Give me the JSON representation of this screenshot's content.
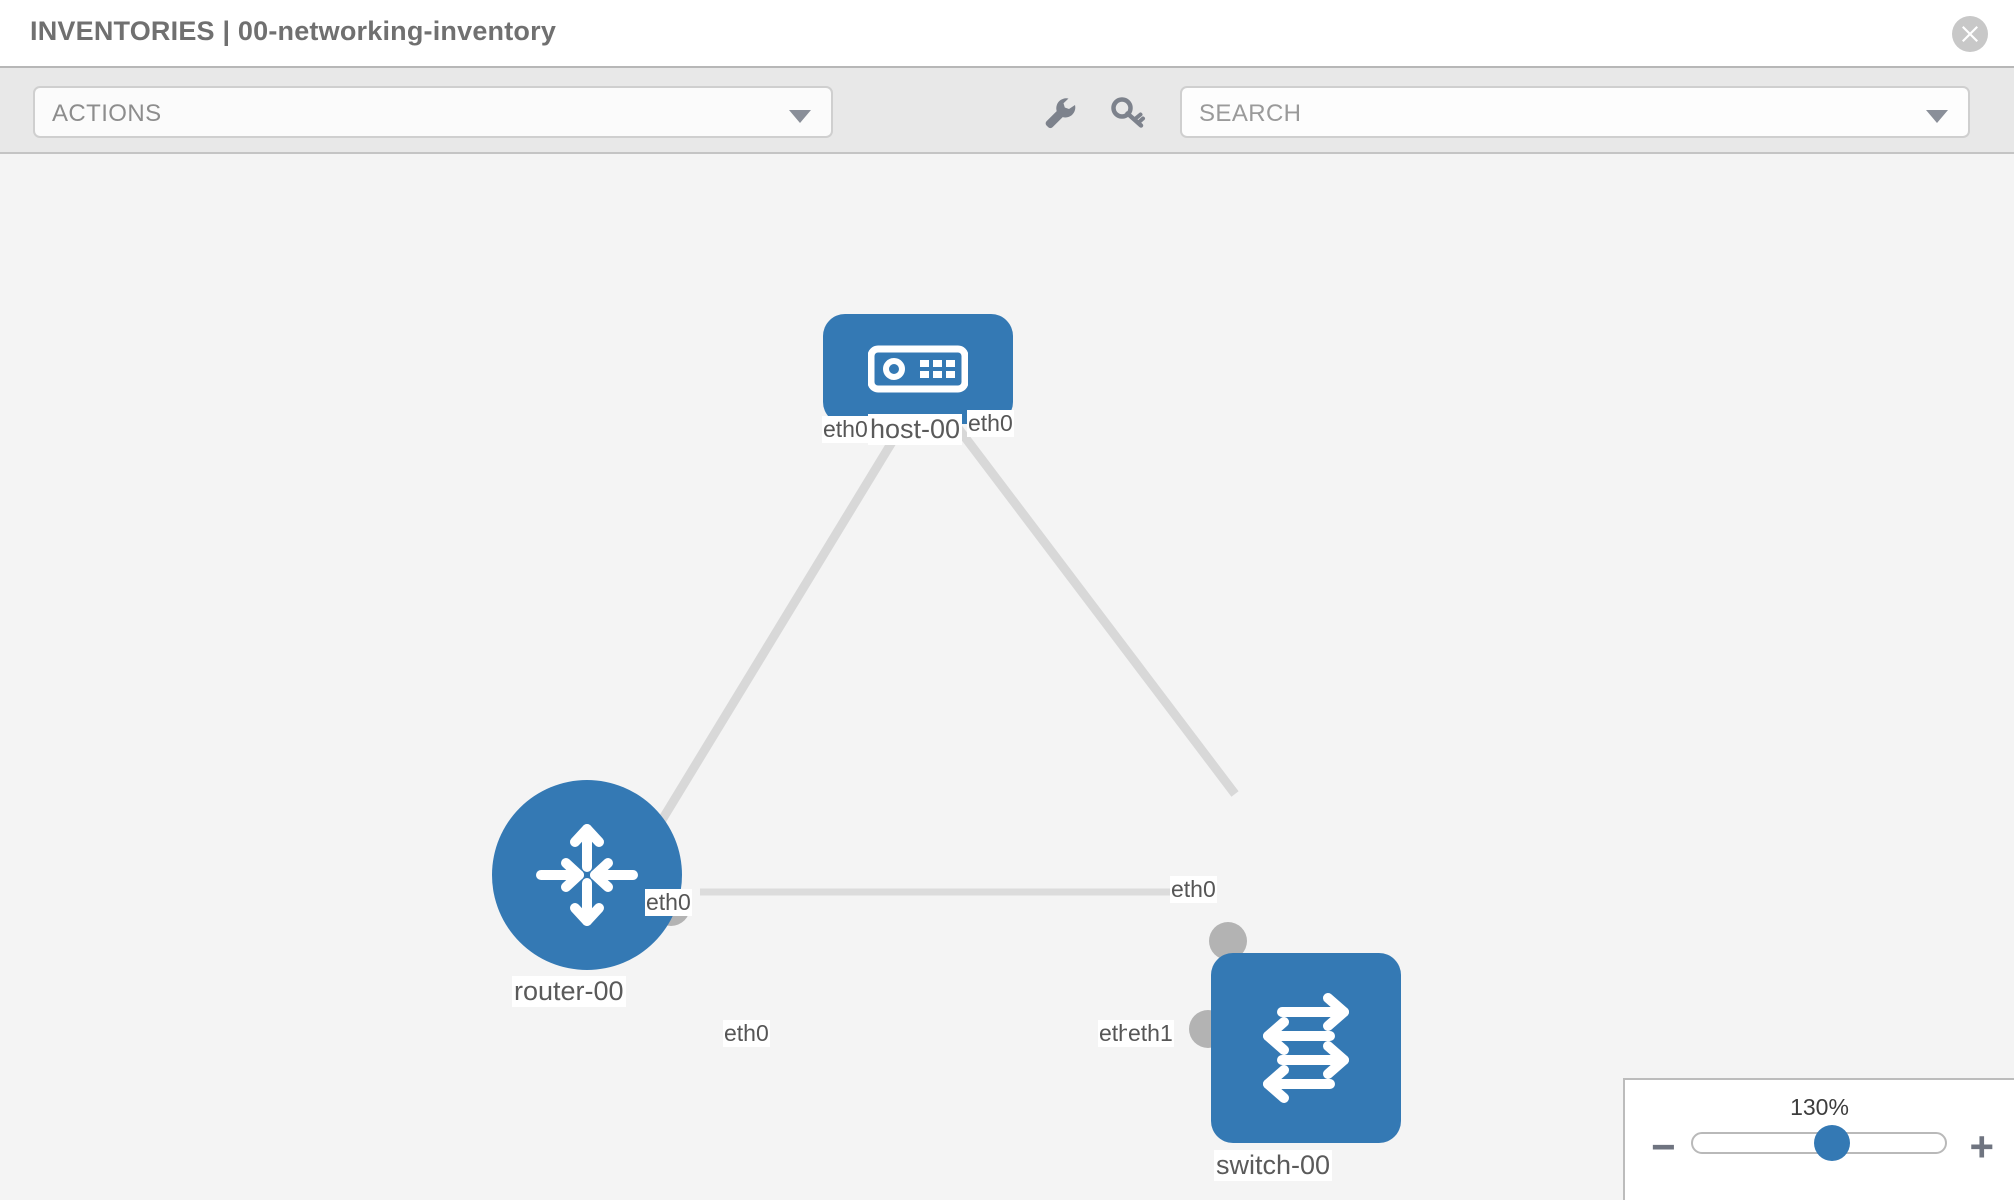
{
  "header": {
    "title": "INVENTORIES | 00-networking-inventory",
    "close_icon": "close-circle-icon"
  },
  "toolbar": {
    "actions_label": "ACTIONS",
    "actions_caret_icon": "chevron-down-icon",
    "wrench_icon": "wrench-icon",
    "key_icon": "key-icon",
    "search_placeholder": "SEARCH",
    "search_caret_icon": "chevron-down-icon"
  },
  "topology": {
    "nodes": [
      {
        "id": "host-00",
        "label": "host-00",
        "type": "host",
        "icon": "server-device-icon",
        "shape": "rounded",
        "color": "#3479b4"
      },
      {
        "id": "router-00",
        "label": "router-00",
        "type": "router",
        "icon": "router-arrows-icon",
        "shape": "circle",
        "color": "#3479b4"
      },
      {
        "id": "switch-00",
        "label": "switch-00",
        "type": "switch",
        "icon": "switch-arrows-icon",
        "shape": "rounded",
        "color": "#3479b4"
      }
    ],
    "links": [
      {
        "source": "router-00",
        "target": "host-00",
        "source_label": "eth0",
        "target_label": "eth0"
      },
      {
        "source": "host-00",
        "target": "switch-00",
        "source_label": "eth0",
        "target_label": "eth0"
      },
      {
        "source": "router-00",
        "target": "switch-00",
        "source_label": "eth0",
        "target_label": "eth1",
        "overlap_label": "eth"
      }
    ],
    "edge_labels": {
      "host_left": "eth0",
      "host_right": "eth0",
      "router_up": "eth0",
      "switch_up": "eth0",
      "router_right": "eth0",
      "switch_left_back": "eth",
      "switch_left": "eth1"
    }
  },
  "zoom": {
    "value": "130%",
    "minus_label": "−",
    "plus_label": "+",
    "slider_position_pct": 55
  }
}
